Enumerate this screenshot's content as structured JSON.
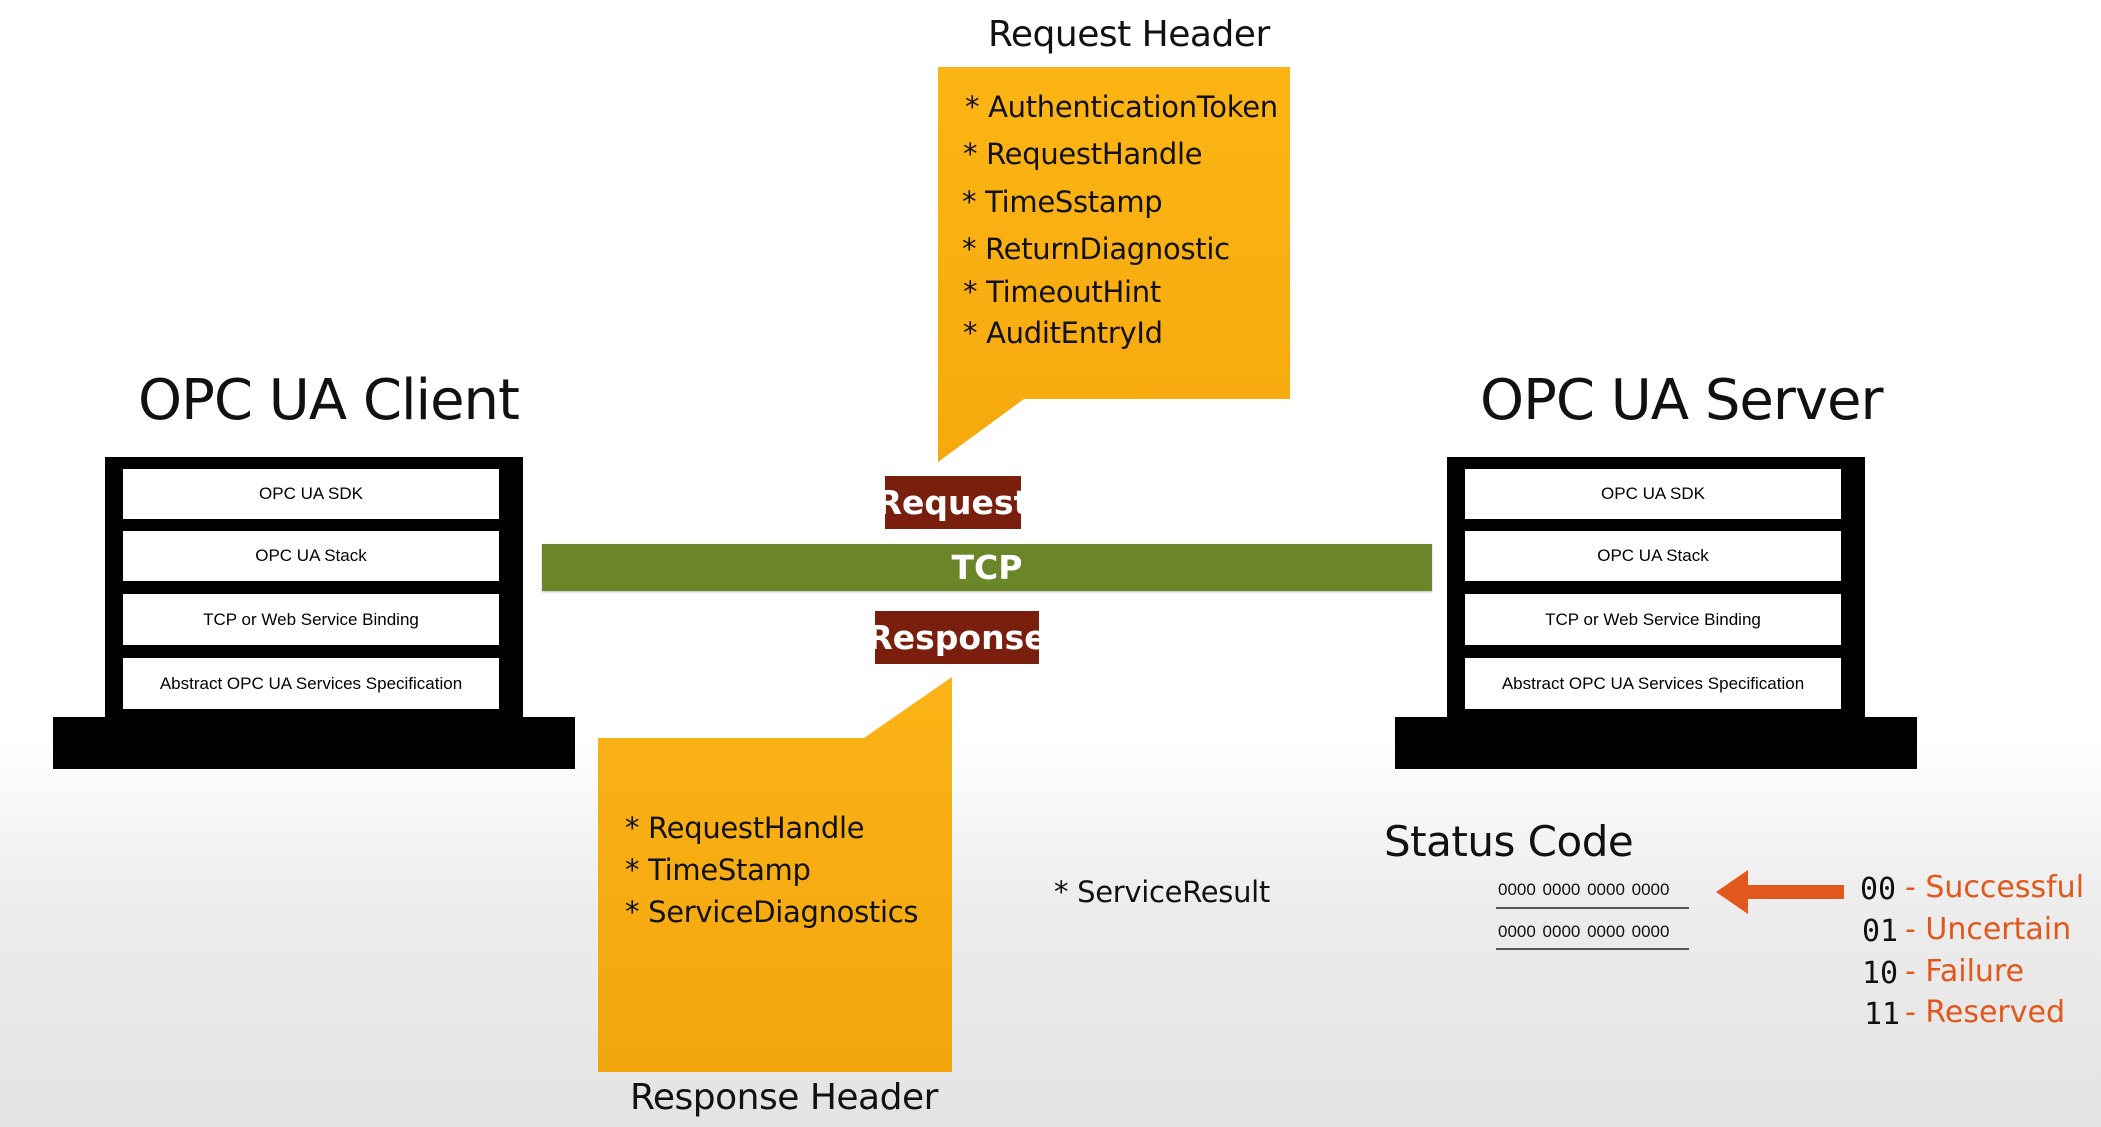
{
  "client": {
    "title": "OPC UA Client",
    "layers": [
      "OPC UA SDK",
      "OPC UA Stack",
      "TCP or Web Service Binding",
      "Abstract OPC UA Services Specification"
    ]
  },
  "server": {
    "title": "OPC UA Server",
    "layers": [
      "OPC UA SDK",
      "OPC UA Stack",
      "TCP or Web Service Binding",
      "Abstract OPC UA Services Specification"
    ]
  },
  "request_header": {
    "title": "Request Header",
    "fields": [
      "* AuthenticationToken",
      "* RequestHandle",
      "* TimeSstamp",
      "* ReturnDiagnostic",
      "* TimeoutHint",
      "* AuditEntryId"
    ]
  },
  "response_header": {
    "title": "Response Header",
    "fields": [
      "* RequestHandle",
      "* TimeStamp",
      "* ServiceDiagnostics"
    ]
  },
  "link": {
    "request_label": "Request",
    "transport_label": "TCP",
    "response_label": "Response"
  },
  "service_result": "* ServiceResult",
  "status_code": {
    "title": "Status Code",
    "bits": [
      "0000 0000  0000 0000",
      "0000 0000  0000 0000"
    ],
    "codes": [
      {
        "code": "00",
        "label": "- Successful"
      },
      {
        "code": "01",
        "label": "- Uncertain"
      },
      {
        "code": "10",
        "label": "- Failure"
      },
      {
        "code": "11",
        "label": "- Reserved"
      }
    ]
  },
  "colors": {
    "callout": "#fbb013",
    "request_response_tag": "#7a1e0e",
    "tcp_bar": "#6b8628",
    "status_accent": "#e2571b"
  }
}
